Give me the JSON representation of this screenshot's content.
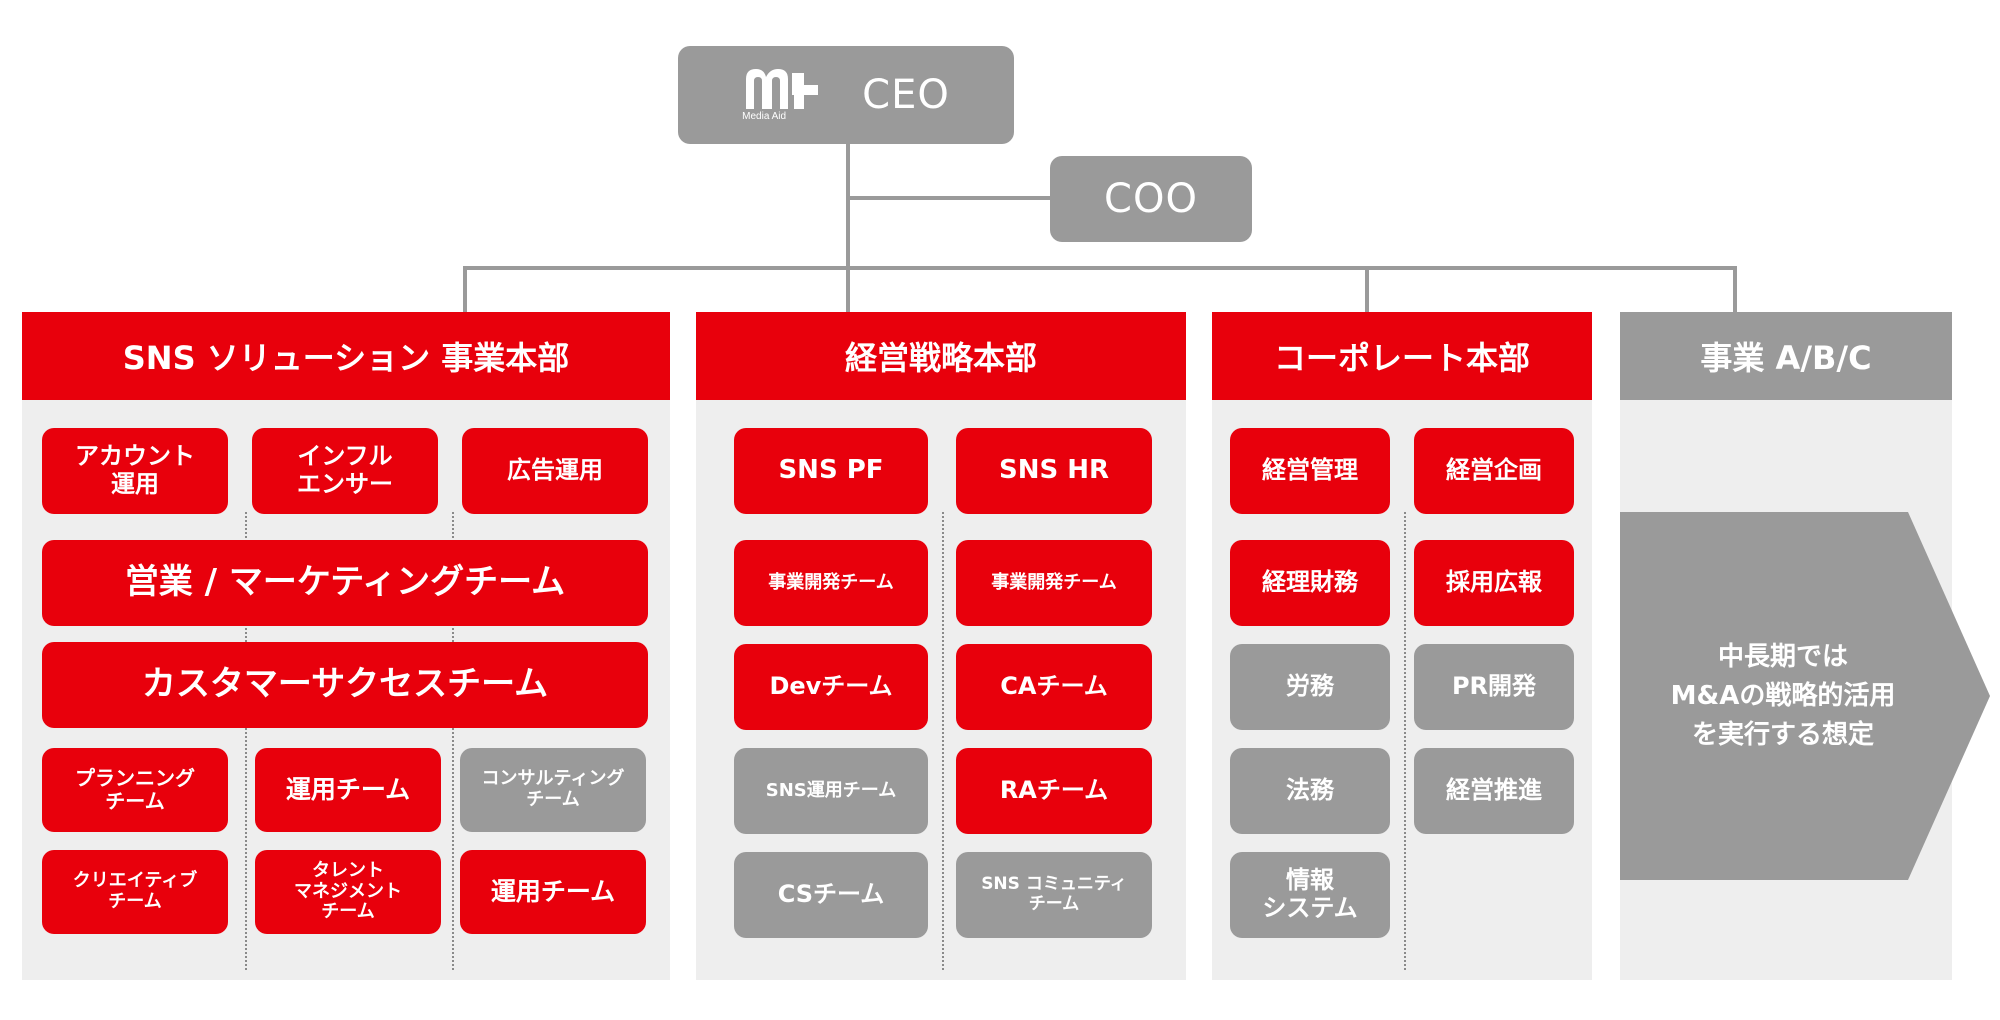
{
  "top": {
    "ceo_label": "CEO",
    "coo_label": "COO",
    "logo": {
      "icon": "media-aid-m-plus-logo",
      "text": "Media Aid"
    }
  },
  "colors": {
    "red": "#e8000c",
    "grey": "#9a9a9a",
    "panel": "#eeeeee"
  },
  "divisions": {
    "sns": {
      "title": "SNS ソリューション 事業本部",
      "row1": [
        "アカウント\n運用",
        "インフル\nエンサー",
        "広告運用"
      ],
      "sales_team": "営業 / マーケティングチーム",
      "cs_team": "カスタマーサクセスチーム",
      "row4": [
        "プランニング\nチーム",
        "運用チーム",
        "コンサルティング\nチーム"
      ],
      "row5": [
        "クリエイティブ\nチーム",
        "タレント\nマネジメント\nチーム",
        "運用チーム"
      ]
    },
    "strategy": {
      "title": "経営戦略本部",
      "left": [
        "SNS PF",
        "事業開発チーム",
        "Devチーム",
        "SNS運用チーム",
        "CSチーム"
      ],
      "right": [
        "SNS HR",
        "事業開発チーム",
        "CAチーム",
        "RAチーム",
        "SNS コミュニティ\nチーム"
      ]
    },
    "corporate": {
      "title": "コーポレート本部",
      "left": [
        "経営管理",
        "経理財務",
        "労務",
        "法務",
        "情報\nシステム"
      ],
      "right": [
        "経営企画",
        "採用広報",
        "PR開発",
        "経営推進"
      ]
    },
    "business": {
      "title": "事業 A/B/C",
      "note": "中長期では\nM&Aの戦略的活用\nを実行する想定"
    }
  }
}
